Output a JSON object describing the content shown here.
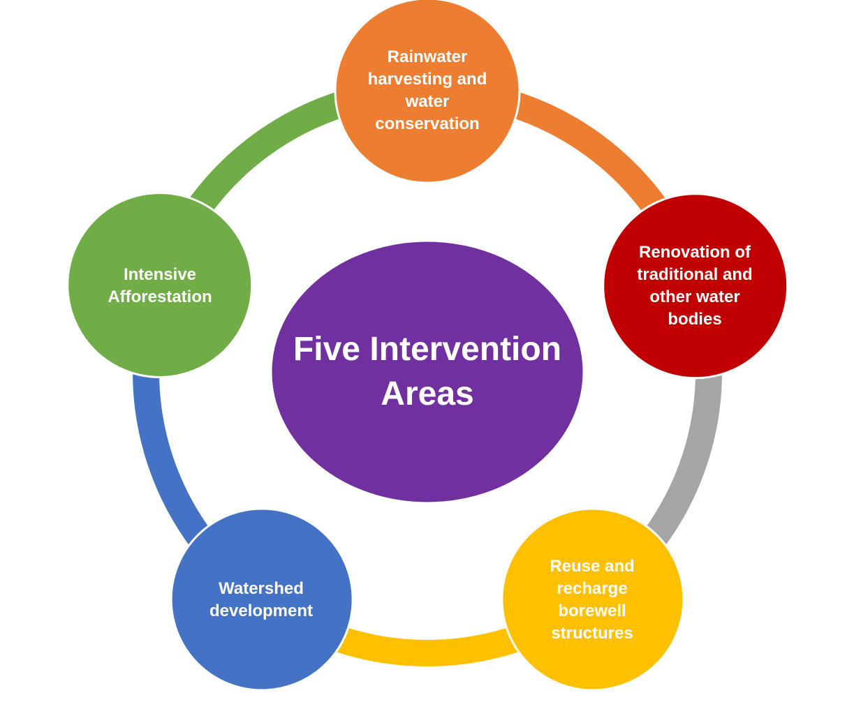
{
  "center": {
    "title": "Five Intervention Areas",
    "color": "#7030A0"
  },
  "nodes": [
    {
      "label": "Rainwater harvesting and water conservation",
      "color": "#ED7D31"
    },
    {
      "label": "Renovation of traditional and other water bodies",
      "color": "#C00000"
    },
    {
      "label": "Reuse and recharge borewell structures",
      "color": "#FFC000"
    },
    {
      "label": "Watershed development",
      "color": "#4472C4"
    },
    {
      "label": "Intensive Afforestation",
      "color": "#70AD47"
    }
  ],
  "connectors": [
    {
      "from": "Rainwater harvesting and water conservation",
      "to": "Renovation of traditional and other water bodies",
      "color": "#ED7D31"
    },
    {
      "from": "Renovation of traditional and other water bodies",
      "to": "Reuse and recharge borewell structures",
      "color": "#A5A5A5"
    },
    {
      "from": "Reuse and recharge borewell structures",
      "to": "Watershed development",
      "color": "#FFC000"
    },
    {
      "from": "Watershed development",
      "to": "Intensive Afforestation",
      "color": "#4472C4"
    },
    {
      "from": "Intensive Afforestation",
      "to": "Rainwater harvesting and water conservation",
      "color": "#70AD47"
    }
  ]
}
